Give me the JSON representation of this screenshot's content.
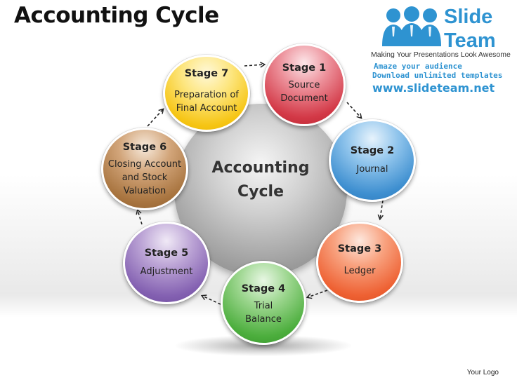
{
  "title": "Accounting Cycle",
  "logo": {
    "word1": "Slide",
    "word2": "Team",
    "tagline": "Making Your Presentations Look Awesome",
    "line1": "Amaze your audience",
    "line2": "Download unlimited templates",
    "url": "www.slideteam.net"
  },
  "diagram": {
    "center_label": "Accounting Cycle",
    "stages": [
      {
        "title": "Stage 1",
        "desc": "Source\nDocument",
        "color": "#d33947"
      },
      {
        "title": "Stage 2",
        "desc": "Journal",
        "color": "#3e8fd0"
      },
      {
        "title": "Stage 3",
        "desc": "Ledger",
        "color": "#ee6133"
      },
      {
        "title": "Stage 4",
        "desc": "Trial\nBalance",
        "color": "#4cae3d"
      },
      {
        "title": "Stage 5",
        "desc": "Adjustment",
        "color": "#8360b1"
      },
      {
        "title": "Stage 6",
        "desc": "Closing Account\nand Stock\nValuation",
        "color": "#a8743f"
      },
      {
        "title": "Stage 7",
        "desc": "Preparation of\nFinal Account",
        "color": "#f6c514"
      }
    ]
  },
  "footer": "Your Logo",
  "colors": {
    "logo_blue": "#2e93d1",
    "title": "#111111"
  }
}
